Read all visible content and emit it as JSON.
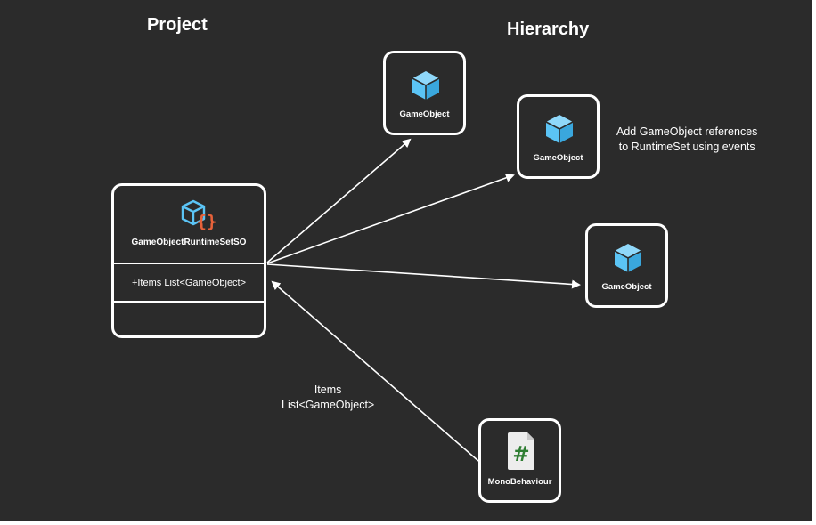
{
  "headings": {
    "project": "Project",
    "hierarchy": "Hierarchy"
  },
  "runtime_set": {
    "name": "GameObjectRuntimeSetSO",
    "field": "+Items List<GameObject>",
    "icon": "scriptable-object-icon"
  },
  "game_objects": [
    {
      "label": "GameObject",
      "icon": "cube-icon"
    },
    {
      "label": "GameObject",
      "icon": "cube-icon"
    },
    {
      "label": "GameObject",
      "icon": "cube-icon"
    }
  ],
  "mono_behaviour": {
    "label": "MonoBehaviour",
    "icon": "csharp-script-icon"
  },
  "notes": {
    "events_line1": "Add GameObject references",
    "events_line2": "to RuntimeSet using events",
    "items_line1": "Items",
    "items_line2": "List<GameObject>"
  },
  "colors": {
    "background": "#2b2b2b",
    "cube": "#5bc4f5",
    "so_icon_outline": "#5bc4f5",
    "so_icon_braces": "#e8623a",
    "script_hash": "#2e7d32"
  }
}
